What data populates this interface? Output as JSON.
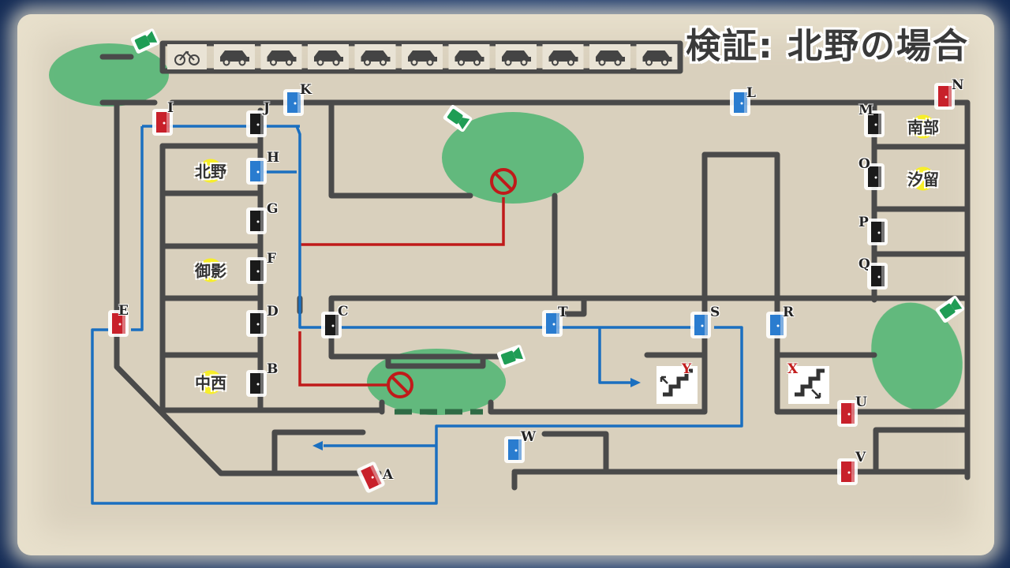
{
  "title": "検証: 北野の場合",
  "rooms": {
    "kitano": "北野",
    "mikage": "御影",
    "nakanishi": "中西",
    "nanbu": "南部",
    "shiodome": "汐留"
  },
  "door_labels": {
    "A": "A",
    "B": "B",
    "C": "C",
    "D": "D",
    "E": "E",
    "F": "F",
    "G": "G",
    "H": "H",
    "I": "I",
    "J": "J",
    "K": "K",
    "L": "L",
    "M": "M",
    "N": "N",
    "O": "O",
    "P": "P",
    "Q": "Q",
    "R": "R",
    "S": "S",
    "T": "T",
    "U": "U",
    "V": "V",
    "W": "W"
  },
  "stairs_labels": {
    "X": "X",
    "Y": "Y"
  },
  "colors": {
    "wall": "#4a4a4a",
    "route": "#1a6fc0",
    "blocked": "#c01a1a",
    "camera_zone": "#5cb87a",
    "red_door": "#c8202a",
    "blue_door": "#2a7ccf",
    "black_door": "#1a1a1a",
    "room_marker": "#f7ee2a"
  },
  "icons": {
    "camera": "security-camera-icon",
    "no_entry": "no-entry-icon",
    "stairs_up": "stairs-up-icon",
    "stairs_down": "stairs-down-icon",
    "bicycle": "bicycle-icon",
    "car": "car-icon",
    "door": "door-icon"
  }
}
